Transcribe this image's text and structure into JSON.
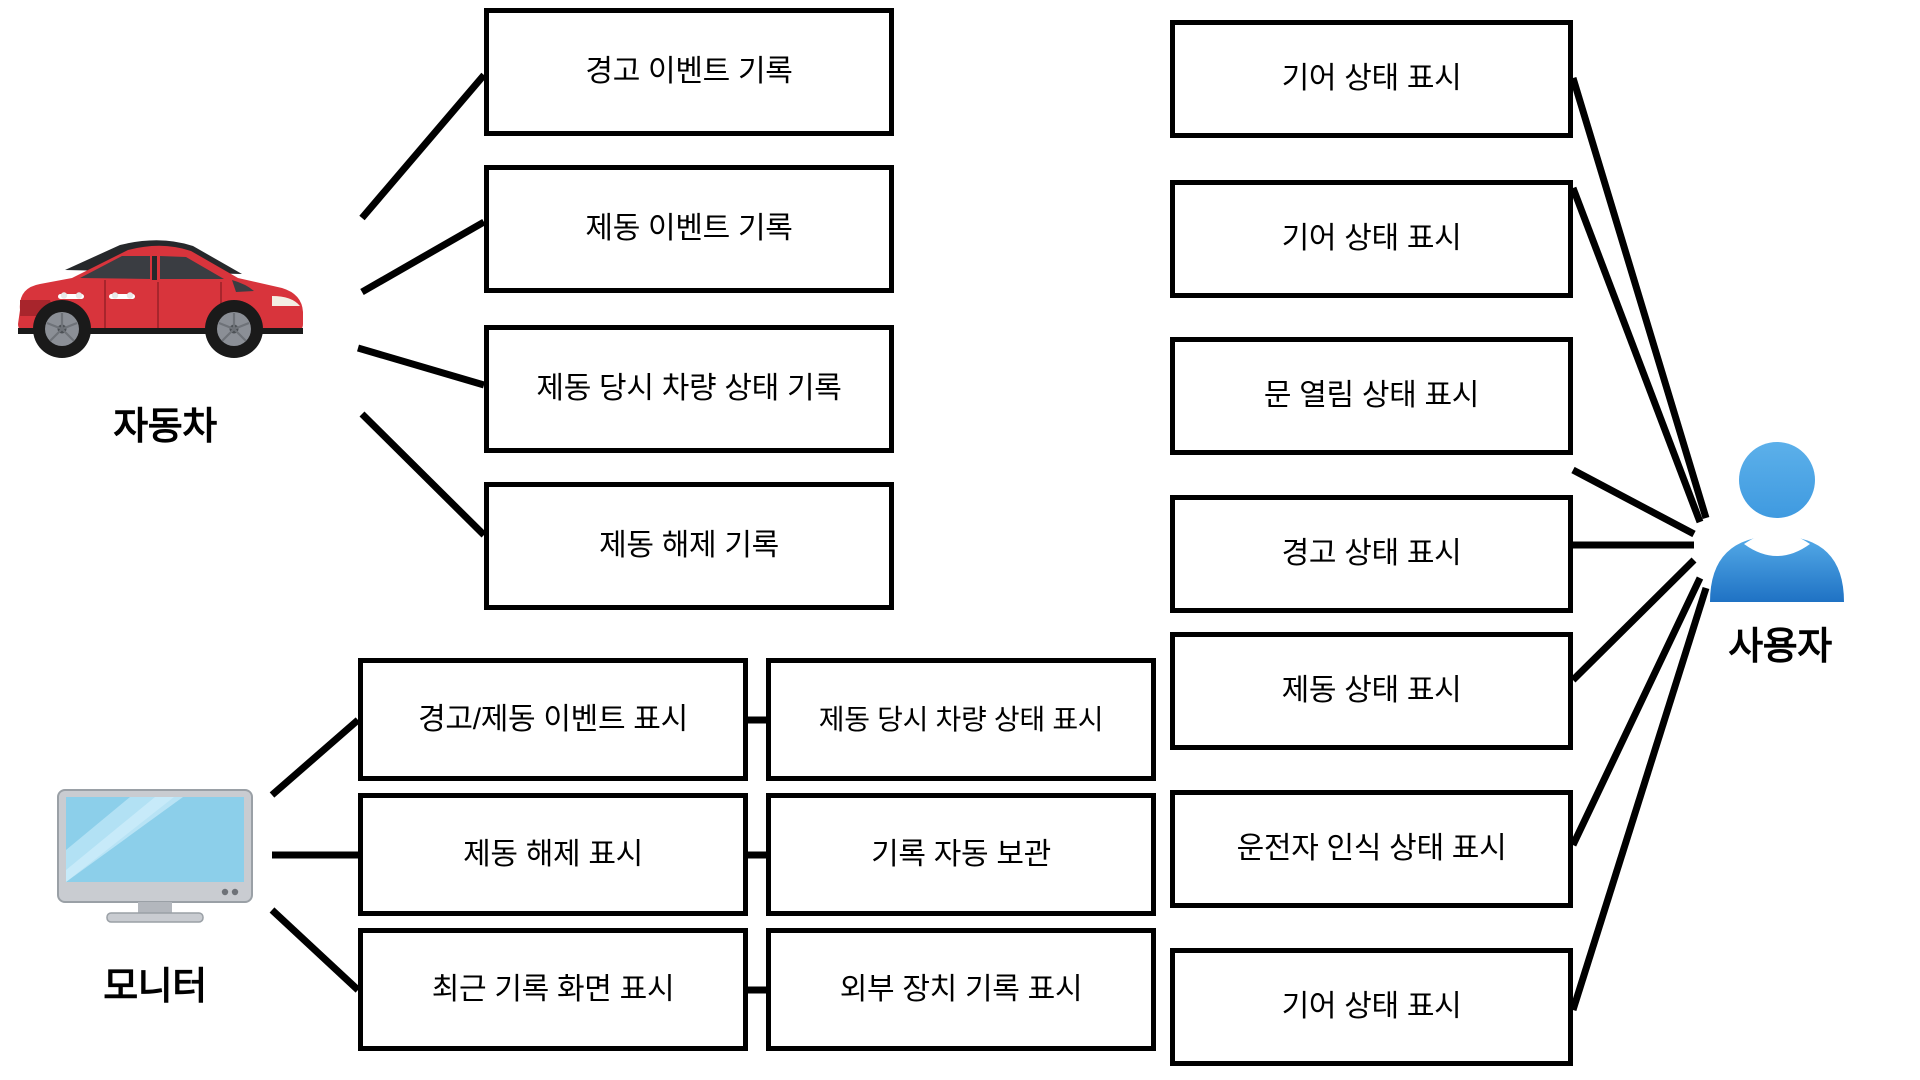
{
  "diagram": {
    "type": "use-case-diagram",
    "language": "ko",
    "background_color": "#ffffff",
    "line_color": "#000000",
    "box_border_color": "#000000",
    "box_fill_color": "#ffffff"
  },
  "actors": [
    {
      "id": "car",
      "label": "자동차",
      "icon": "car-icon",
      "colors": {
        "body": "#d8343c",
        "roof": "#26282b",
        "window": "#3a3d42",
        "wheel": "#8b8f96",
        "tire": "#1a1a1a"
      }
    },
    {
      "id": "monitor",
      "label": "모니터",
      "icon": "monitor-icon",
      "colors": {
        "screen_top": "#bfe4f5",
        "screen_bottom": "#8fd0ec",
        "bezel": "#c9ccd1",
        "stand": "#b3b7bd"
      }
    },
    {
      "id": "user",
      "label": "사용자",
      "icon": "user-icon",
      "colors": {
        "head": "#3f9ae0",
        "body_top": "#4aa8e8",
        "body_bottom": "#1f72c4"
      }
    }
  ],
  "usecases": {
    "car_records": [
      {
        "id": "uc-warn-event-log",
        "label": "경고 이벤트 기록"
      },
      {
        "id": "uc-brake-event-log",
        "label": "제동 이벤트 기록"
      },
      {
        "id": "uc-brake-vehicle-state-log",
        "label": "제동 당시 차량 상태 기록"
      },
      {
        "id": "uc-brake-release-log",
        "label": "제동 해제 기록"
      }
    ],
    "monitor_col1": [
      {
        "id": "uc-warn-brake-event-display",
        "label": "경고/제동 이벤트 표시"
      },
      {
        "id": "uc-brake-release-display",
        "label": "제동 해제 표시"
      },
      {
        "id": "uc-recent-log-screen",
        "label": "최근 기록 화면 표시"
      }
    ],
    "monitor_col2": [
      {
        "id": "uc-brake-vehicle-state-display",
        "label": "제동 당시 차량 상태 표시"
      },
      {
        "id": "uc-auto-archive-log",
        "label": "기록 자동 보관"
      },
      {
        "id": "uc-external-device-log-display",
        "label": "외부 장치 기록 표시"
      }
    ],
    "user_displays": [
      {
        "id": "uc-gear-state-1",
        "label": "기어 상태 표시"
      },
      {
        "id": "uc-gear-state-2",
        "label": "기어 상태 표시"
      },
      {
        "id": "uc-door-open-state",
        "label": "문 열림 상태 표시"
      },
      {
        "id": "uc-warning-state",
        "label": "경고 상태 표시"
      },
      {
        "id": "uc-brake-state",
        "label": "제동 상태 표시"
      },
      {
        "id": "uc-driver-recognition-state",
        "label": "운전자 인식 상태 표시"
      },
      {
        "id": "uc-gear-state-3",
        "label": "기어 상태 표시"
      }
    ]
  }
}
